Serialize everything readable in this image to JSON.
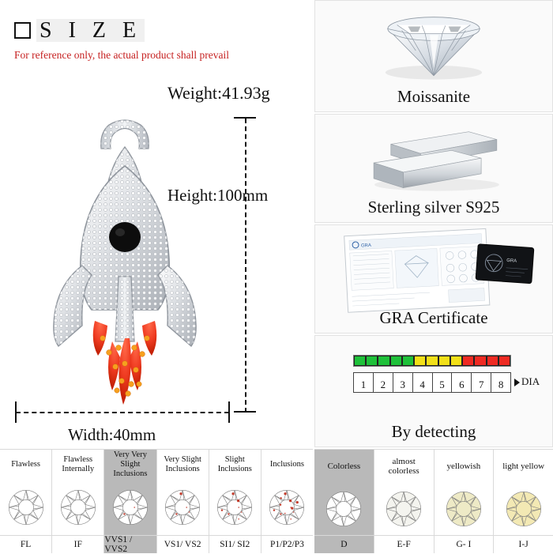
{
  "left": {
    "size_heading": "S I Z E",
    "note": "For reference only, the actual product shall prevail",
    "weight": "Weight:41.93g",
    "height": "Height:100mm",
    "width": "Width:40mm"
  },
  "right": {
    "cells": [
      {
        "caption": "Moissanite",
        "icon": "diamond-icon"
      },
      {
        "caption": "Sterling silver S925",
        "icon": "silver-bars-icon"
      },
      {
        "caption": "GRA Certificate",
        "icon": "certificate-icon"
      },
      {
        "caption": "By detecting",
        "icon": "tester-icon"
      }
    ],
    "detector": {
      "scale_numbers": [
        "1",
        "2",
        "3",
        "4",
        "5",
        "6",
        "7",
        "8"
      ],
      "dia_label": "DIA",
      "led_colors": [
        "#1fc13a",
        "#1fc13a",
        "#1fc13a",
        "#1fc13a",
        "#1fc13a",
        "#f2e018",
        "#f2e018",
        "#f2e018",
        "#f2e018",
        "#ef2b23",
        "#ef2b23",
        "#ef2b23",
        "#ef2b23"
      ]
    }
  },
  "clarity_table": {
    "columns": [
      {
        "title": "Flawless",
        "code": "FL",
        "highlight": false
      },
      {
        "title": "Flawless Internally",
        "code": "IF",
        "highlight": false
      },
      {
        "title": "Very Very Slight Inclusions",
        "code": "VVS1 / VVS2",
        "highlight": true
      },
      {
        "title": "Very Slight Inclusions",
        "code": "VS1/ VS2",
        "highlight": false
      },
      {
        "title": "Slight Inclusions",
        "code": "SI1/ SI2",
        "highlight": false
      },
      {
        "title": "Inclusions",
        "code": "P1/P2/P3",
        "highlight": false
      }
    ]
  },
  "color_table": {
    "columns": [
      {
        "title": "Colorless",
        "code": "D",
        "highlight": true,
        "gem": "#ffffff"
      },
      {
        "title": "almost colorless",
        "code": "E-F",
        "highlight": false,
        "gem": "#f4f4ef"
      },
      {
        "title": "yellowish",
        "code": "G- I",
        "highlight": false,
        "gem": "#eeeac6"
      },
      {
        "title": "light yellow",
        "code": "I-J",
        "highlight": false,
        "gem": "#f3e9b4"
      }
    ]
  }
}
